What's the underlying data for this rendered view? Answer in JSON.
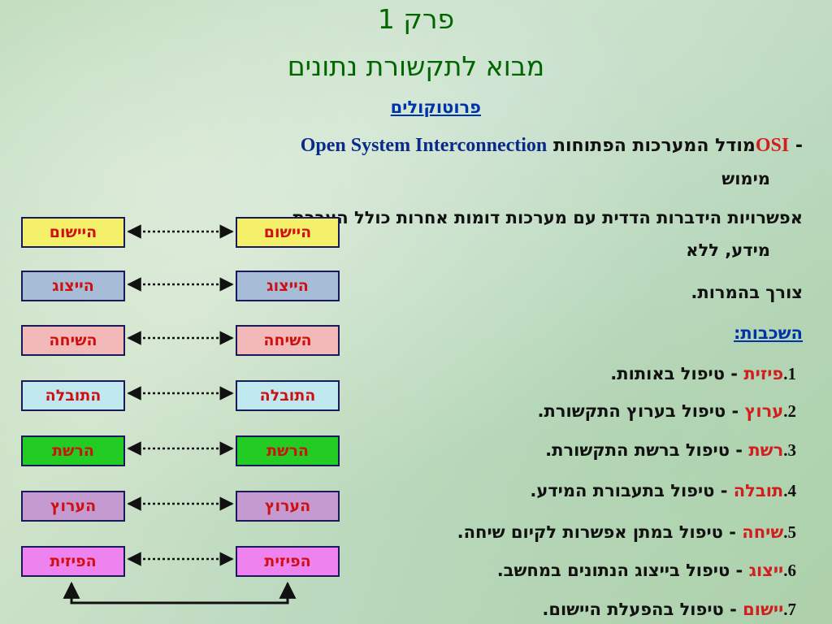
{
  "title": {
    "line1": "פרק 1",
    "line2": "מבוא לתקשורת נתונים"
  },
  "protocols_heading": "פרוטוקולים",
  "osi": {
    "dash": "-",
    "acronym": "OSI",
    "model_text": "מודל המערכות הפתוחות",
    "english": "Open System Interconnection",
    "line2": "מימוש"
  },
  "description": {
    "line1": "אפשרויות הידברות הדדית עם מערכות דומות אחרות כולל העברת",
    "line2": "מידע, ללא",
    "line3": "צורך בהמרות."
  },
  "layers_heading": "השכבות:",
  "layers_list": [
    {
      "num": "1.",
      "name": "פיזית",
      "desc": " - טיפול באותות."
    },
    {
      "num": "2.",
      "name": "ערוץ",
      "desc": " - טיפול בערוץ התקשורת."
    },
    {
      "num": "3.",
      "name": "רשת",
      "desc": " - טיפול ברשת התקשורת."
    },
    {
      "num": "4.",
      "name": "תובלה",
      "desc": " - טיפול בתעבורת המידע."
    },
    {
      "num": "5.",
      "name": "שיחה",
      "desc": " - טיפול במתן אפשרות לקיום שיחה."
    },
    {
      "num": "6.",
      "name": "ייצוג",
      "desc": " - טיפול בייצוג הנתונים במחשב."
    },
    {
      "num": "7.",
      "name": "יישום",
      "desc": " - טיפול בהפעלת היישום."
    }
  ],
  "stack_boxes": [
    {
      "label": "היישום",
      "color": "#f4f06a"
    },
    {
      "label": "הייצוג",
      "color": "#a7bcd6"
    },
    {
      "label": "השיחה",
      "color": "#f3b9b9"
    },
    {
      "label": "התובלה",
      "color": "#bfe8ef"
    },
    {
      "label": "הרשת",
      "color": "#22cc22"
    },
    {
      "label": "הערוץ",
      "color": "#c49ad0"
    },
    {
      "label": "הפיזית",
      "color": "#ee82ee"
    }
  ],
  "colors": {
    "title": "#006600",
    "heading": "#0033aa",
    "accent": "#d21e1e"
  }
}
